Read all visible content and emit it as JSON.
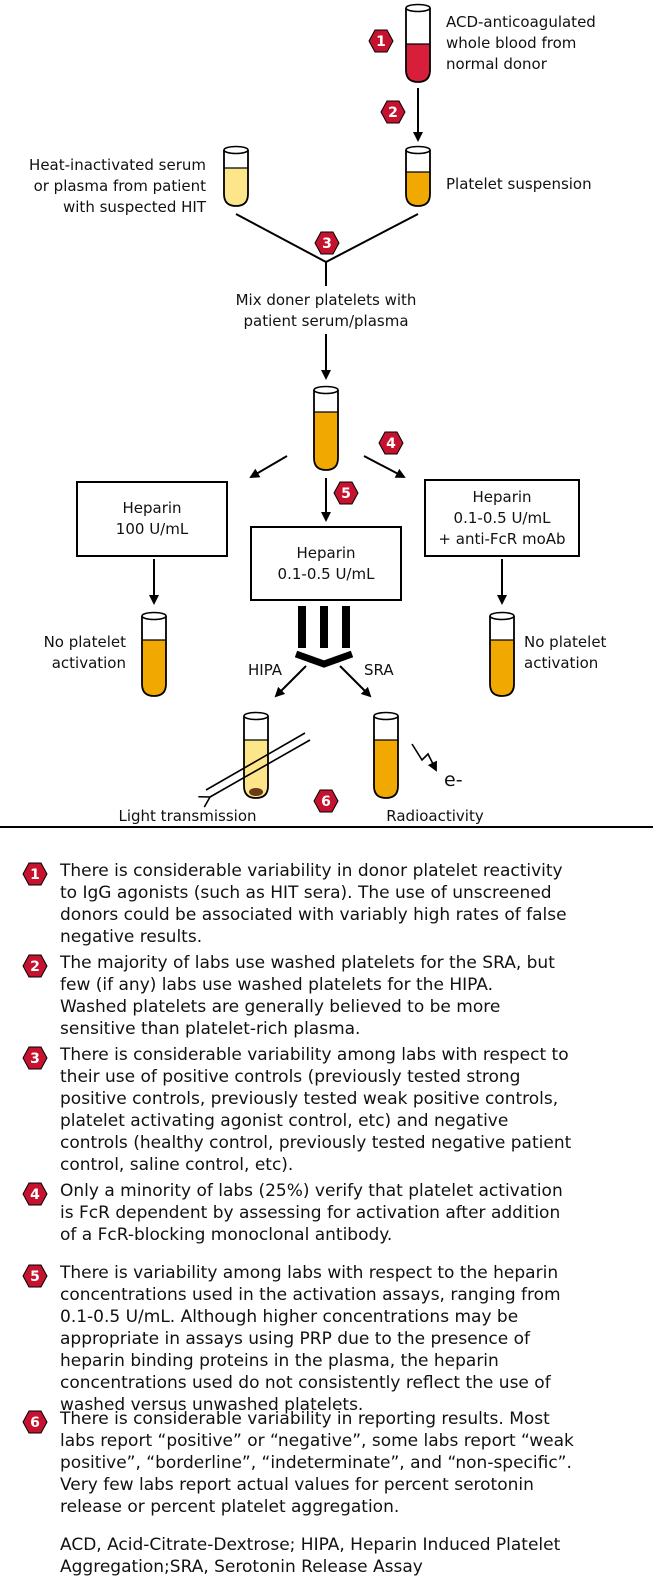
{
  "colors": {
    "blood": "#d71f3c",
    "platelet": "#f1a800",
    "serum": "#fde58a",
    "badge": "#c4122f"
  },
  "labels": {
    "blood": [
      "ACD-anticoagulated",
      "whole blood from",
      "normal donor"
    ],
    "serum": [
      "Heat-inactivated serum",
      "or plasma from patient",
      "with suspected HIT"
    ],
    "platelet_suspension": "Platelet suspension",
    "mix": [
      "Mix doner platelets with",
      "patient serum/plasma"
    ],
    "no_activation_left": [
      "No platelet",
      "activation"
    ],
    "no_activation_right": [
      "No platelet",
      "activation"
    ],
    "hipa": "HIPA",
    "sra": "SRA",
    "e_minus": "e-",
    "light": "Light transmission",
    "radio": "Radioactivity"
  },
  "boxes": {
    "left": [
      "Heparin",
      "100 U/mL"
    ],
    "center": [
      "Heparin",
      "0.1-0.5 U/mL"
    ],
    "right": [
      "Heparin",
      "0.1-0.5 U/mL",
      "+ anti-FcR moAb"
    ]
  },
  "badges": [
    "1",
    "2",
    "3",
    "4",
    "5",
    "6"
  ],
  "notes": [
    {
      "num": "1",
      "lines": [
        "There is considerable variability in donor platelet reactivity",
        "to IgG agonists (such as HIT sera).  The use of unscreened",
        "donors could be associated with variably high rates of false",
        "negative results."
      ]
    },
    {
      "num": "2",
      "lines": [
        "The majority of labs use washed platelets for the SRA, but",
        "few (if any) labs use washed platelets for the HIPA.",
        "Washed platelets are generally believed to be more",
        "sensitive than platelet-rich plasma."
      ]
    },
    {
      "num": "3",
      "lines": [
        "There is considerable variability among labs with respect to",
        "their use of positive controls (previously tested strong",
        "positive controls, previously tested weak positive controls,",
        "platelet activating agonist control, etc) and negative",
        "controls (healthy control, previously tested negative patient",
        "control, saline control, etc)."
      ]
    },
    {
      "num": "4",
      "lines": [
        "Only a minority of labs (25%) verify that platelet activation",
        "is FcR dependent by assessing for activation after addition",
        "of a FcR-blocking monoclonal antibody."
      ]
    },
    {
      "num": "5",
      "lines": [
        "There is variability among labs with respect to the heparin",
        "concentrations used in the activation assays, ranging from",
        "0.1-0.5 U/mL.  Although higher concentrations may be",
        "appropriate in assays using PRP due to the presence of",
        "heparin binding proteins in the plasma, the heparin",
        "concentrations used do not consistently reflect the use of",
        "washed versus unwashed platelets."
      ]
    },
    {
      "num": "6",
      "lines": [
        "There is considerable variability in reporting results.  Most",
        "labs report “positive” or “negative”, some labs report “weak",
        "positive”, “borderline”, “indeterminate”, and “non-specific”.",
        "Very few labs report actual values for percent serotonin",
        "release or percent platelet aggregation."
      ]
    }
  ],
  "abbreviations": [
    "ACD, Acid-Citrate-Dextrose; HIPA, Heparin Induced Platelet",
    "Aggregation;SRA, Serotonin Release Assay"
  ]
}
